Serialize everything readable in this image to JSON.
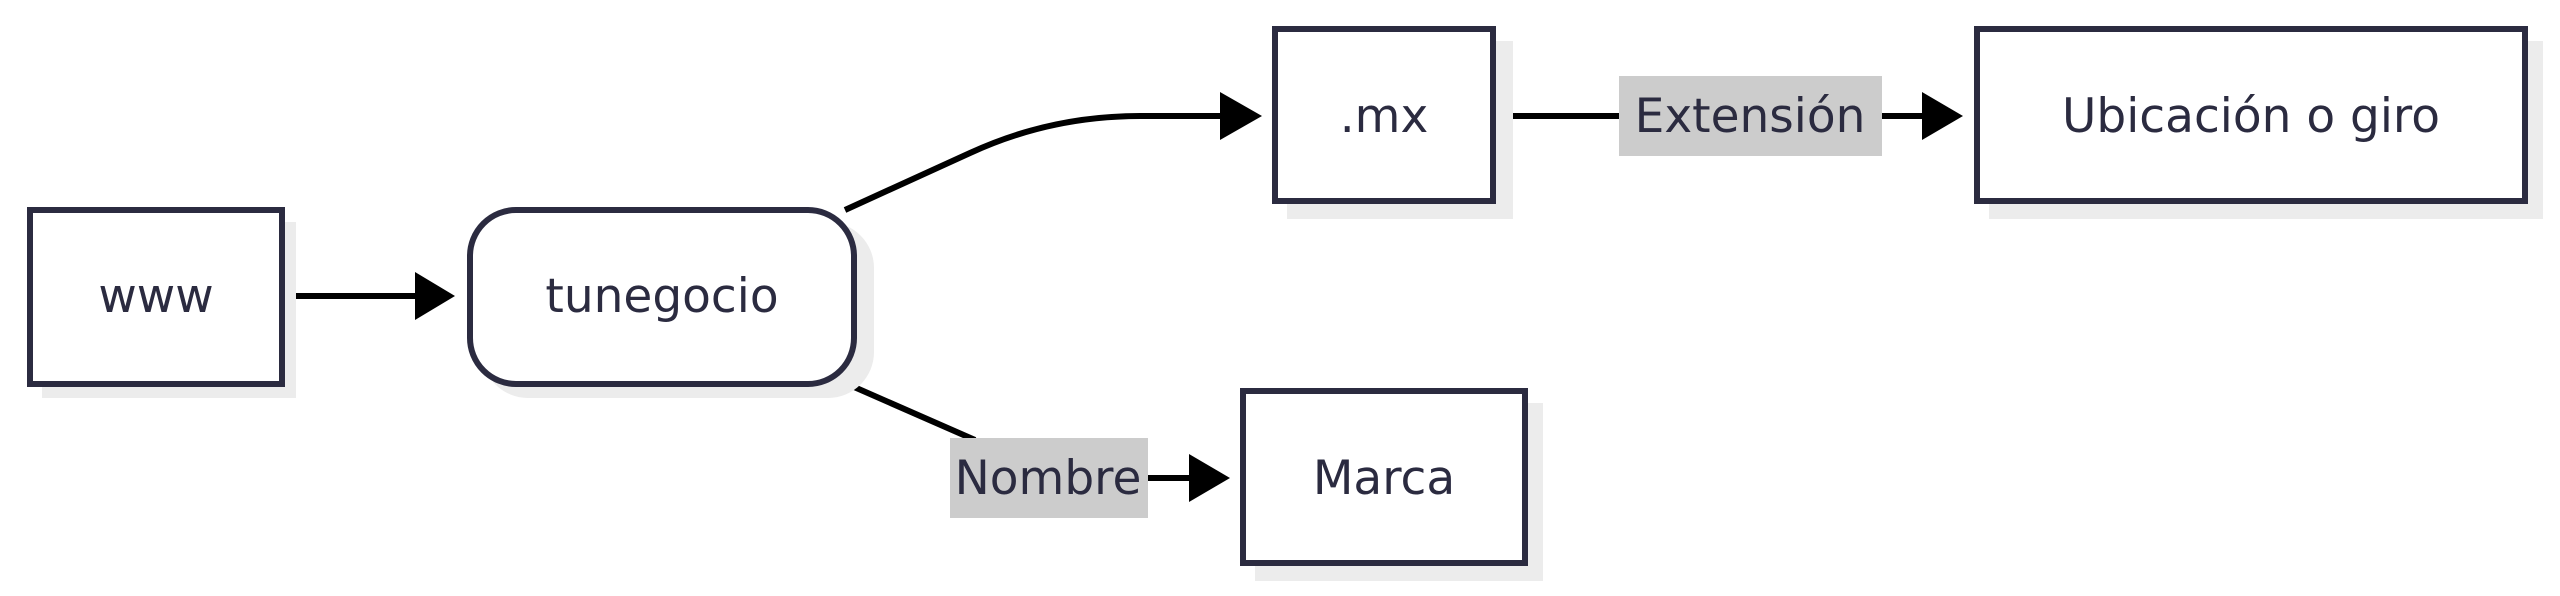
{
  "nodes": {
    "www": "www",
    "tunegocio": "tunegocio",
    "mx": ".mx",
    "ubicacion": "Ubicación o giro",
    "marca": "Marca"
  },
  "edges": {
    "extension_label": "Extensión",
    "nombre_label": "Nombre"
  },
  "colors": {
    "node_border": "#2b2b40",
    "node_fill": "#ffffff",
    "node_shadow": "#ececec",
    "edge": "#000000",
    "edge_label_bg": "#cccccc",
    "text": "#2b2b40"
  }
}
